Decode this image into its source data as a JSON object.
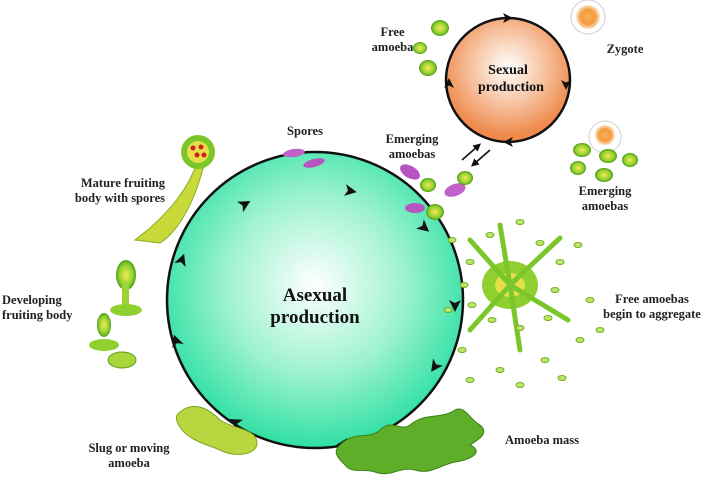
{
  "asexual_cycle": {
    "title": "Asexual\nproduction",
    "fill_color": "#2fe0a3"
  },
  "sexual_cycle": {
    "title": "Sexual\nproduction",
    "fill_color": "#f08a4b"
  },
  "labels": {
    "spores": "Spores",
    "mature_fruiting_body": "Mature fruiting\nbody with spores",
    "developing_fruiting_body": "Developing\nfruiting body",
    "slug": "Slug or moving\namoeba",
    "amoeba_mass": "Amoeba mass",
    "free_amoebas_aggregate": "Free amoebas\nbegin to aggregate",
    "emerging_amoebas_left": "Emerging\namoebas",
    "emerging_amoebas_right": "Emerging\namoebas",
    "free_amoeba": "Free\namoeba",
    "zygote": "Zygote"
  },
  "colors": {
    "amoeba_green": "#7bc62a",
    "amoeba_yellow": "#e5e04a",
    "spore_purple": "#c060c8",
    "zygote_orange": "#f39a3a"
  }
}
